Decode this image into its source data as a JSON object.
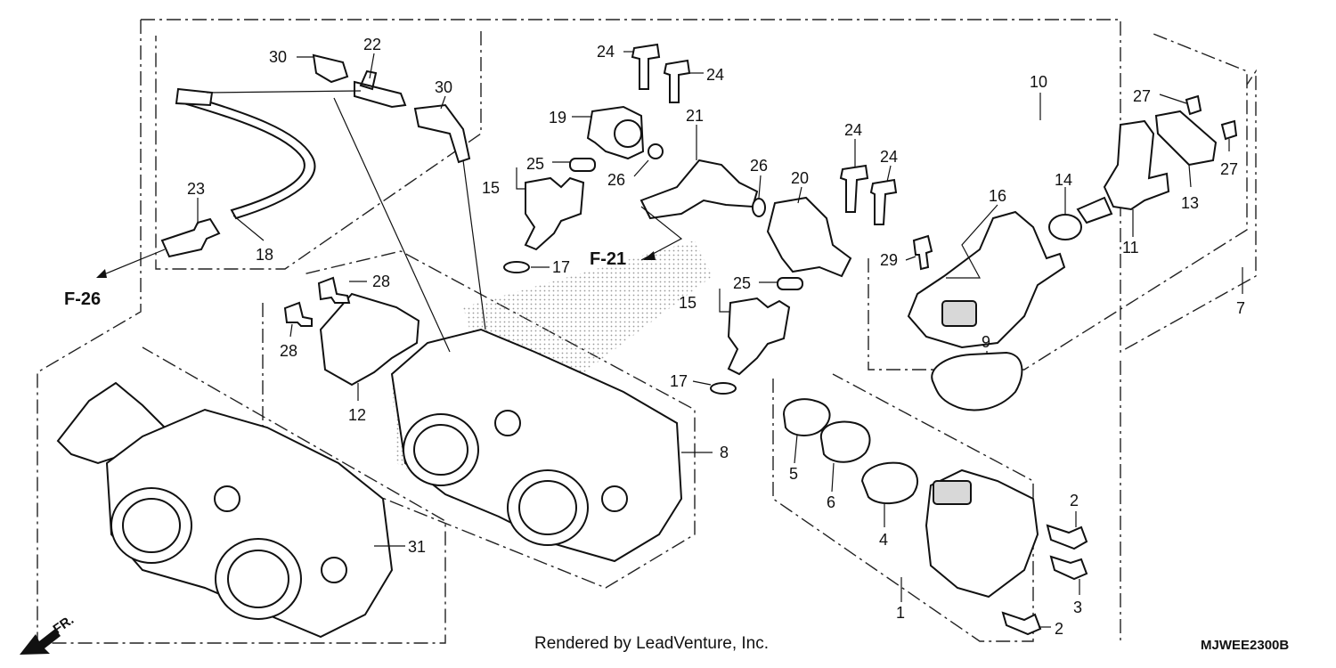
{
  "footer": {
    "credit": "Rendered by LeadVenture, Inc.",
    "code": "MJWEE2300B"
  },
  "refs": {
    "f26": "F-26",
    "f21": "F-21",
    "front": "FR."
  },
  "callouts": {
    "c1": "1",
    "c2a": "2",
    "c2b": "2",
    "c3": "3",
    "c4": "4",
    "c5": "5",
    "c6": "6",
    "c7": "7",
    "c8": "8",
    "c9": "9",
    "c10": "10",
    "c11": "11",
    "c12": "12",
    "c13": "13",
    "c14": "14",
    "c15a": "15",
    "c15b": "15",
    "c16": "16",
    "c17a": "17",
    "c17b": "17",
    "c18": "18",
    "c19": "19",
    "c20": "20",
    "c21": "21",
    "c22": "22",
    "c23": "23",
    "c24a": "24",
    "c24b": "24",
    "c24c": "24",
    "c24d": "24",
    "c25a": "25",
    "c25b": "25",
    "c26a": "26",
    "c26b": "26",
    "c27a": "27",
    "c27b": "27",
    "c28a": "28",
    "c28b": "28",
    "c29": "29",
    "c30a": "30",
    "c30b": "30",
    "c31": "31"
  }
}
